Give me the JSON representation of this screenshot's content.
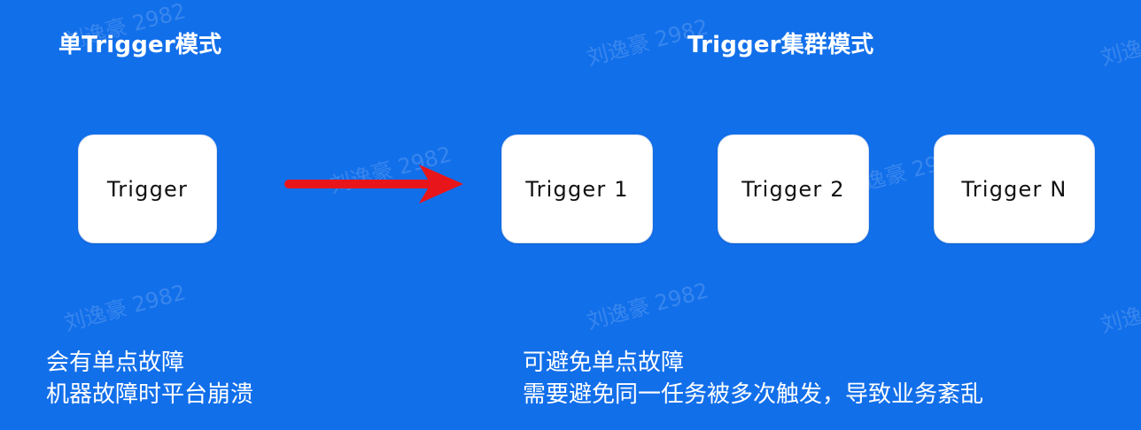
{
  "titles": {
    "single_mode": "单Trigger模式",
    "cluster_mode": "Trigger集群模式"
  },
  "nodes": {
    "single": "Trigger",
    "cluster": [
      "Trigger 1",
      "Trigger 2",
      "Trigger N"
    ]
  },
  "descriptions": {
    "left": [
      "会有单点故障",
      "机器故障时平台崩溃"
    ],
    "right": [
      "可避免单点故障",
      "需要避免同一任务被多次触发，导致业务紊乱"
    ]
  },
  "watermark": "刘逸豪 2982",
  "colors": {
    "background": "#126FEA",
    "box": "#FFFFFF",
    "arrow": "#E8161B",
    "text_light": "#FFFFFF",
    "text_dark": "#111111"
  }
}
